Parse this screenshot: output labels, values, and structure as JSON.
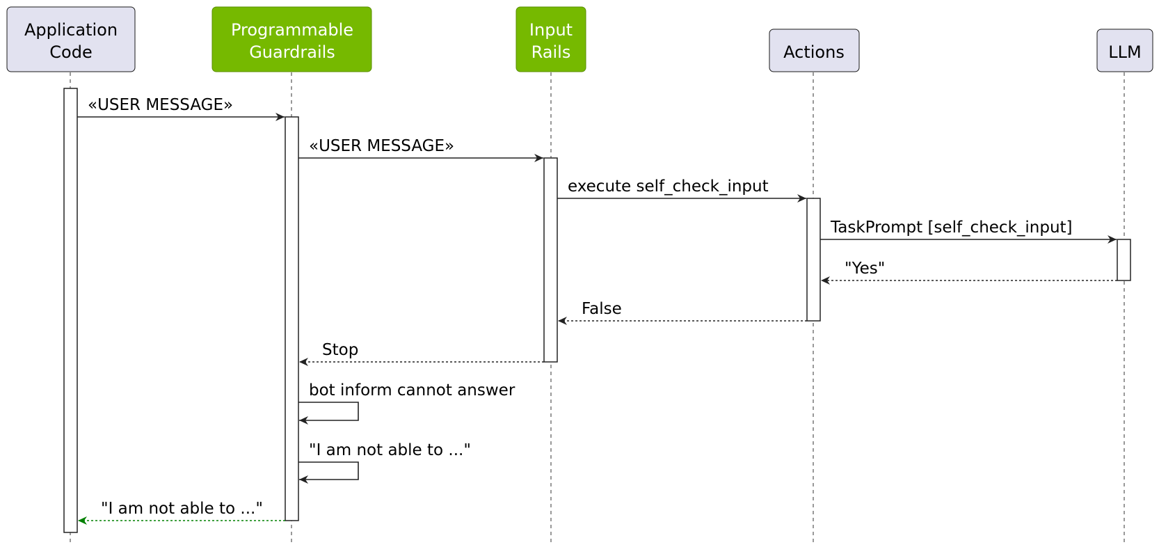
{
  "colors": {
    "participant_fill": "#E2E2F0",
    "participant_stroke": "#181818",
    "highlight_fill": "#76B900",
    "highlight_stroke": "#5A8E00",
    "highlight_text": "#FFFFFF",
    "arrow": "#222222",
    "return_arrow_green": "#008000"
  },
  "participants": [
    {
      "id": "app",
      "lines": [
        "Application",
        "Code"
      ],
      "highlight": false
    },
    {
      "id": "guardrails",
      "lines": [
        "Programmable",
        "Guardrails"
      ],
      "highlight": true
    },
    {
      "id": "input",
      "lines": [
        "Input",
        "Rails"
      ],
      "highlight": true
    },
    {
      "id": "actions",
      "lines": [
        "Actions"
      ],
      "highlight": false
    },
    {
      "id": "llm",
      "lines": [
        "LLM"
      ],
      "highlight": false
    }
  ],
  "messages": [
    {
      "from": "app",
      "to": "guardrails",
      "label": "«USER MESSAGE»",
      "style": "solid"
    },
    {
      "from": "guardrails",
      "to": "input",
      "label": "«USER MESSAGE»",
      "style": "solid"
    },
    {
      "from": "input",
      "to": "actions",
      "label": "execute self_check_input",
      "style": "solid"
    },
    {
      "from": "actions",
      "to": "llm",
      "label": "TaskPrompt [self_check_input]",
      "style": "solid"
    },
    {
      "from": "llm",
      "to": "actions",
      "label": "\"Yes\"",
      "style": "dashed"
    },
    {
      "from": "actions",
      "to": "input",
      "label": "False",
      "style": "dashed"
    },
    {
      "from": "input",
      "to": "guardrails",
      "label": "Stop",
      "style": "dashed"
    },
    {
      "from": "guardrails",
      "to": "guardrails",
      "label": "bot inform cannot answer",
      "style": "self"
    },
    {
      "from": "guardrails",
      "to": "guardrails",
      "label": "\"I am not able to ...\"",
      "style": "self"
    },
    {
      "from": "guardrails",
      "to": "app",
      "label": "\"I am not able to ...\"",
      "style": "dashed-green"
    }
  ]
}
